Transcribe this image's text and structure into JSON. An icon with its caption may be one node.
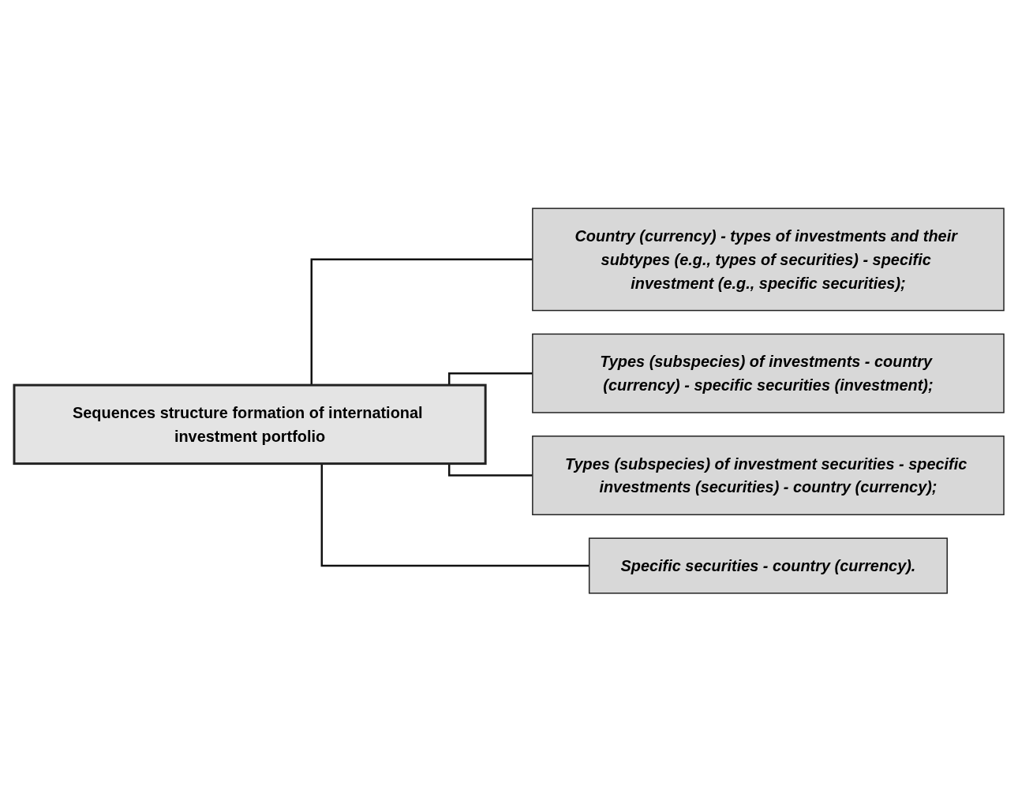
{
  "diagram": {
    "nodes": [
      {
        "text": [
          "Sequences structure formation of international investment portfolio"
        ]
      },
      {
        "text": [
          "Country (currency) - types of investments and their subtypes (e.g., types of securities) - specific investment (e.g., specific securities);"
        ]
      },
      {
        "text": [
          "Types (subspecies) of investments - country (currency) - specific securities (investment);"
        ]
      },
      {
        "text": [
          "Types (subspecies) of investment securities - specific investments (securities) - country (currency);"
        ]
      },
      {
        "text": [
          "Specific securities - country (currency)."
        ]
      }
    ],
    "edges": [
      {
        "from": 0,
        "to": 1,
        "arrow": "none"
      },
      {
        "from": 0,
        "to": 2,
        "arrow": "none"
      },
      {
        "from": 0,
        "to": 3,
        "arrow": "none"
      },
      {
        "from": 0,
        "to": 4,
        "arrow": "none"
      }
    ]
  }
}
